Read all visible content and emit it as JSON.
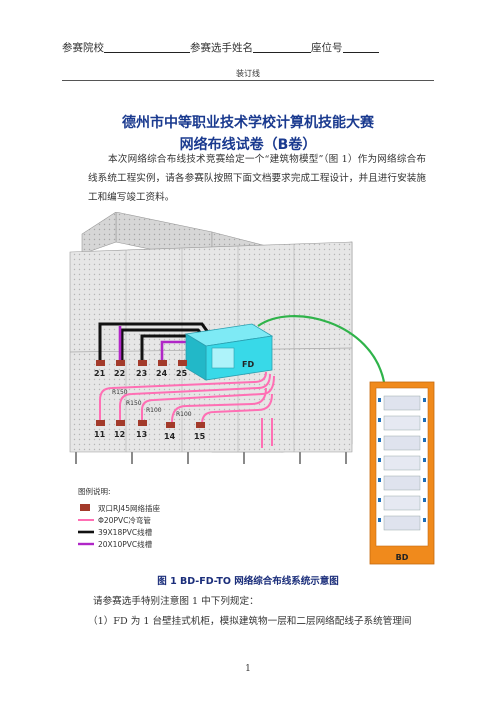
{
  "header": {
    "school_label": "参赛院校",
    "name_label": "参赛选手姓名",
    "seat_label": "座位号",
    "binding_label": "装订线"
  },
  "titles": {
    "main": "德州市中等职业技术学校计算机技能大赛",
    "sub": "网络布线试卷（B卷）"
  },
  "intro": "本次网络综合布线技术竞赛给定一个“建筑物模型”（图 1）作为网络综合布线系统工程实例，请各参赛队按照下面文档要求完成工程设计，并且进行安装施工和编写竣工资料。",
  "figure": {
    "fd_label": "FD",
    "bd_label": "BD",
    "top_ports": [
      "21",
      "22",
      "23",
      "24",
      "25"
    ],
    "bottom_ports": [
      "11",
      "12",
      "13",
      "14",
      "15"
    ],
    "bend_labels": [
      "R150",
      "R150",
      "R100",
      "R100"
    ],
    "legend_title": "图例说明:",
    "legend_items": [
      {
        "label": "双口RJ45网络插座",
        "color": "#a33a2a"
      },
      {
        "label": "Φ20PVC冷弯管",
        "color": "#ff6fb4"
      },
      {
        "label": "39X18PVC线槽",
        "color": "#111111"
      },
      {
        "label": "20X10PVC线槽",
        "color": "#b026c7"
      }
    ],
    "colors": {
      "conduit": "#ff6fb4",
      "trunk_black": "#111111",
      "trunk_purple": "#b026c7",
      "fd_cyan": "#38d9e8",
      "green_link": "#2fb34a",
      "bd_orange": "#f08a1c",
      "socket": "#a33a2a"
    }
  },
  "caption": "图 1 BD-FD-TO 网络综合布线系统示意图",
  "para2": "请参赛选手特别注意图 1 中下列规定：",
  "para3": "（1）FD 为 1 台壁挂式机柜，模拟建筑物一层和二层网络配线子系统管理间",
  "page_number": "1"
}
